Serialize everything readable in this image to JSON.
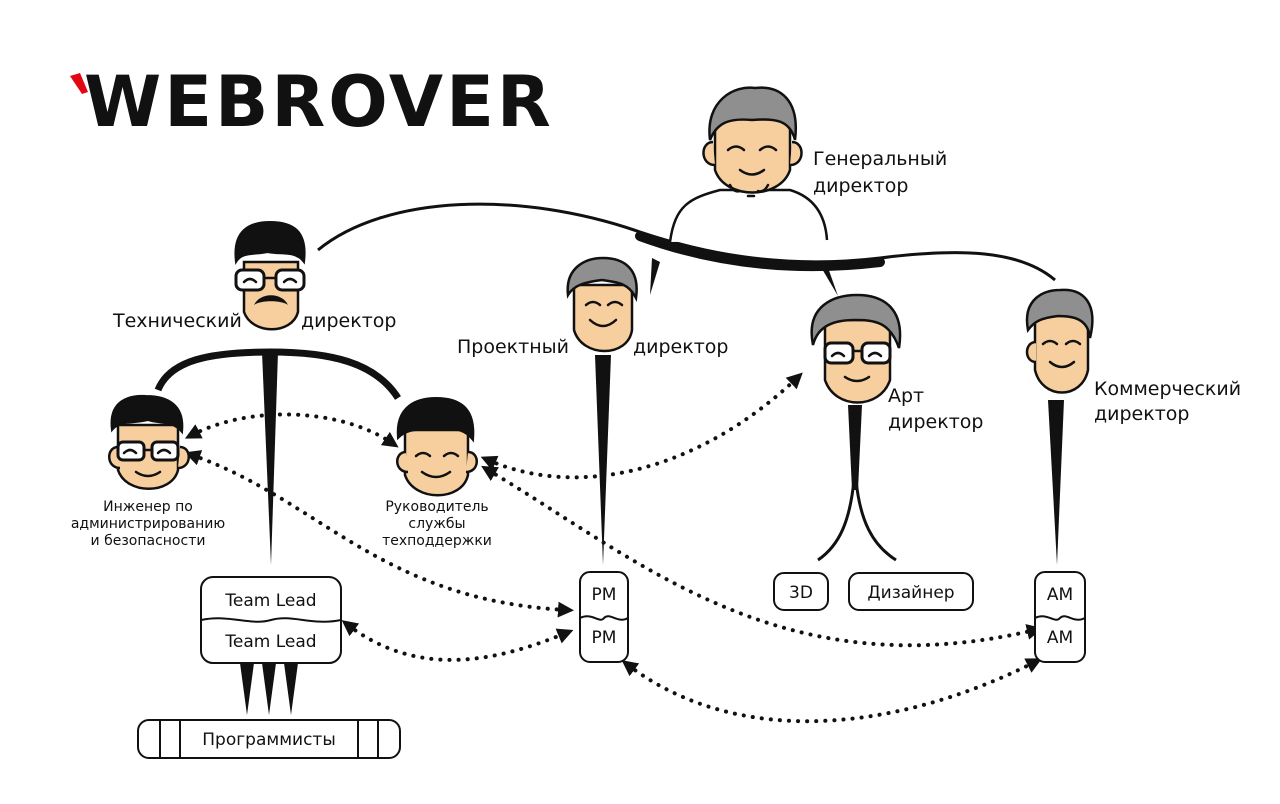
{
  "brand": {
    "wordmark": "WEBROVER",
    "accent_color": "#e30613"
  },
  "people": {
    "ceo": {
      "line1": "Генеральный",
      "line2": "директор"
    },
    "cto": {
      "part1": "Технический",
      "part2": "директор"
    },
    "pd": {
      "part1": "Проектный",
      "part2": "директор"
    },
    "art": {
      "line1": "Арт",
      "line2": "директор"
    },
    "cco": {
      "line1": "Коммерческий",
      "line2": "директор"
    },
    "engineer": {
      "line1": "Инженер по",
      "line2": "администрированию",
      "line3": "и безопасности"
    },
    "support": {
      "line1": "Руководитель",
      "line2": "службы",
      "line3": "техподдержки"
    }
  },
  "boxes": {
    "team_lead_1": "Team Lead",
    "team_lead_2": "Team Lead",
    "pm_1": "PM",
    "pm_2": "PM",
    "threed": "3D",
    "designer": "Дизайнер",
    "am_1": "AM",
    "am_2": "AM",
    "programmers": "Программисты"
  },
  "icons": {
    "avatar_style": "cartoon-face-icon",
    "connection": "dotted-double-arrow"
  },
  "colors": {
    "ink": "#111111",
    "skin": "#f7cf9f",
    "grey_hair": "#8f8f8f"
  }
}
